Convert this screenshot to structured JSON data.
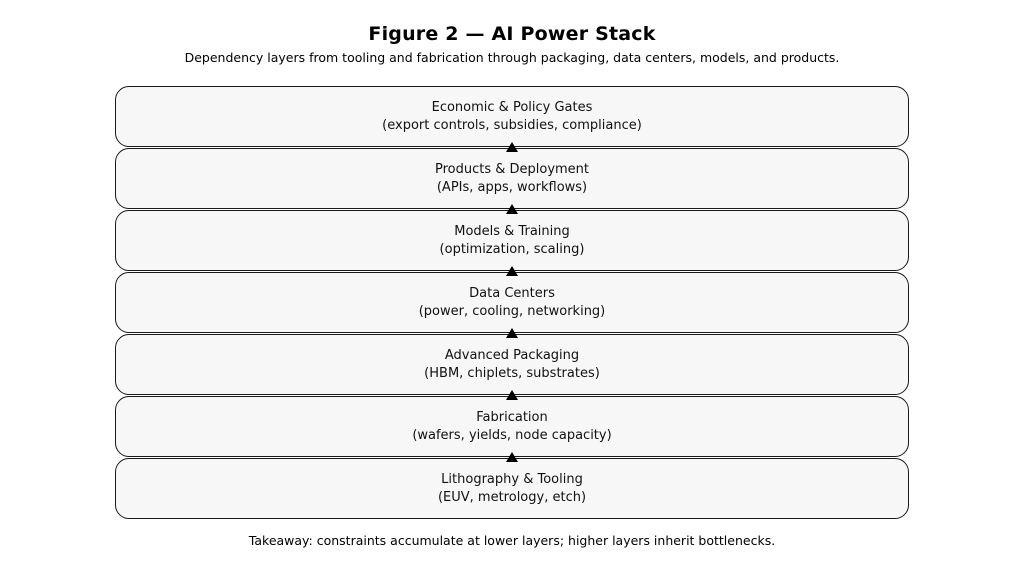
{
  "figure": {
    "title": "Figure 2 — AI Power Stack",
    "subtitle": "Dependency layers from tooling and fabrication through packaging, data centers, models, and products.",
    "takeaway": "Takeaway: constraints accumulate at lower layers; higher layers inherit bottlenecks."
  },
  "layers": [
    {
      "title": "Economic & Policy Gates",
      "detail": "(export controls, subsidies, compliance)"
    },
    {
      "title": "Products & Deployment",
      "detail": "(APIs, apps, workflows)"
    },
    {
      "title": "Models & Training",
      "detail": "(optimization, scaling)"
    },
    {
      "title": "Data Centers",
      "detail": "(power, cooling, networking)"
    },
    {
      "title": "Advanced Packaging",
      "detail": "(HBM, chiplets, substrates)"
    },
    {
      "title": "Fabrication",
      "detail": "(wafers, yields, node capacity)"
    },
    {
      "title": "Lithography & Tooling",
      "detail": "(EUV, metrology, etch)"
    }
  ],
  "icons": {
    "up_arrow": "triangle-up"
  },
  "colors": {
    "background": "#ffffff",
    "box_fill": "#f7f7f7",
    "box_border": "#1a1a1a",
    "arrow": "#000000",
    "text": "#111111"
  }
}
